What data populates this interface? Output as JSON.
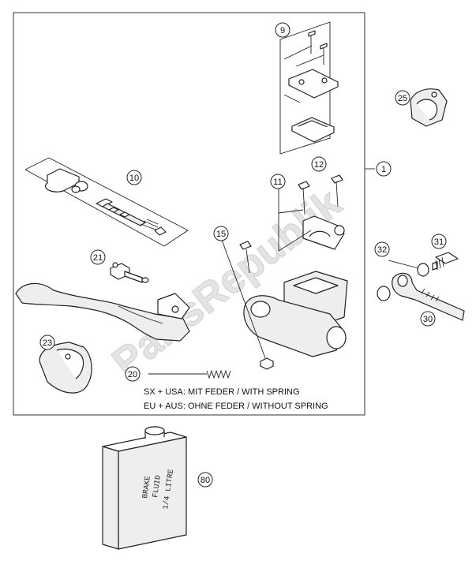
{
  "callouts": [
    {
      "id": "c9",
      "label": "9"
    },
    {
      "id": "c10",
      "label": "10"
    },
    {
      "id": "c11",
      "label": "11"
    },
    {
      "id": "c12",
      "label": "12"
    },
    {
      "id": "c1",
      "label": "1"
    },
    {
      "id": "c25",
      "label": "25"
    },
    {
      "id": "c15",
      "label": "15"
    },
    {
      "id": "c21",
      "label": "21"
    },
    {
      "id": "c32",
      "label": "32"
    },
    {
      "id": "c31",
      "label": "31"
    },
    {
      "id": "c30",
      "label": "30"
    },
    {
      "id": "c23",
      "label": "23"
    },
    {
      "id": "c20",
      "label": "20"
    },
    {
      "id": "c80",
      "label": "80"
    }
  ],
  "notes": {
    "line1": "SX + USA:  MIT FEDER / WITH SPRING",
    "line2": "EU + AUS:  OHNE FEDER / WITHOUT SPRING"
  },
  "bottle": {
    "line1": "BRAKE",
    "line2": "FLUID",
    "line3": "1/4 LITRE"
  },
  "watermark": "PartsRepublik"
}
